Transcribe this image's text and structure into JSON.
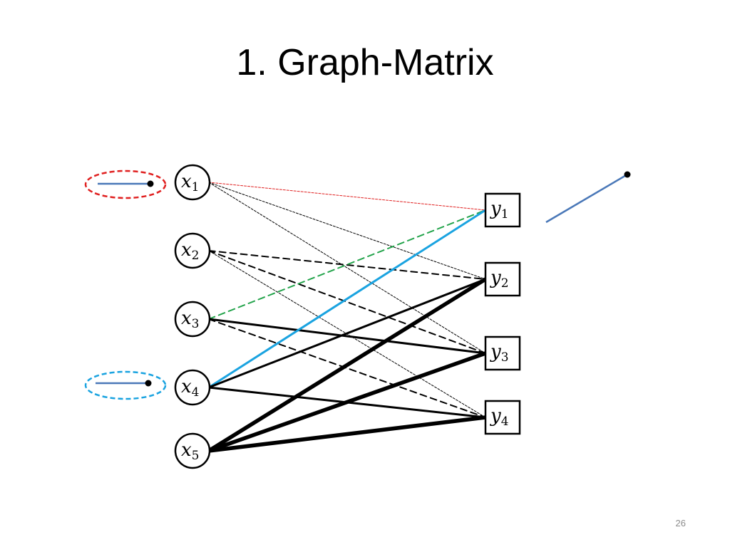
{
  "slide": {
    "title": "1. Graph-Matrix",
    "page_number": "26"
  },
  "graph": {
    "left_nodes": [
      {
        "id": "x1",
        "symbol": "x",
        "index": "1"
      },
      {
        "id": "x2",
        "symbol": "x",
        "index": "2"
      },
      {
        "id": "x3",
        "symbol": "x",
        "index": "3"
      },
      {
        "id": "x4",
        "symbol": "x",
        "index": "4"
      },
      {
        "id": "x5",
        "symbol": "x",
        "index": "5"
      }
    ],
    "right_nodes": [
      {
        "id": "y1",
        "symbol": "y",
        "index": "1"
      },
      {
        "id": "y2",
        "symbol": "y",
        "index": "2"
      },
      {
        "id": "y3",
        "symbol": "y",
        "index": "3"
      },
      {
        "id": "y4",
        "symbol": "y",
        "index": "4"
      }
    ],
    "edges": [
      {
        "from": "x1",
        "to": "y1",
        "style": "dotted",
        "color": "#e02020"
      },
      {
        "from": "x1",
        "to": "y2",
        "style": "dotted",
        "color": "#000000"
      },
      {
        "from": "x1",
        "to": "y3",
        "style": "dotted",
        "color": "#000000"
      },
      {
        "from": "x2",
        "to": "y2",
        "style": "dashed",
        "color": "#000000"
      },
      {
        "from": "x2",
        "to": "y3",
        "style": "dashed",
        "color": "#000000"
      },
      {
        "from": "x2",
        "to": "y4",
        "style": "dotted",
        "color": "#000000"
      },
      {
        "from": "x3",
        "to": "y1",
        "style": "dashed",
        "color": "#22a34a"
      },
      {
        "from": "x3",
        "to": "y3",
        "style": "solid",
        "color": "#000000"
      },
      {
        "from": "x3",
        "to": "y4",
        "style": "dashed",
        "color": "#000000"
      },
      {
        "from": "x4",
        "to": "y1",
        "style": "solid",
        "color": "#1aa3e0"
      },
      {
        "from": "x4",
        "to": "y2",
        "style": "solid",
        "color": "#000000"
      },
      {
        "from": "x4",
        "to": "y4",
        "style": "solid",
        "color": "#000000"
      },
      {
        "from": "x5",
        "to": "y2",
        "style": "bold",
        "color": "#000000"
      },
      {
        "from": "x5",
        "to": "y3",
        "style": "bold",
        "color": "#000000"
      },
      {
        "from": "x5",
        "to": "y4",
        "style": "bold",
        "color": "#000000"
      }
    ],
    "markers": [
      {
        "id": "marker-x1",
        "attached_to": "x1",
        "ellipse_color": "#e02020",
        "stick_color": "#4a78b8"
      },
      {
        "id": "marker-x4",
        "attached_to": "x4",
        "ellipse_color": "#1aa3e0",
        "stick_color": "#4a78b8"
      }
    ],
    "floating_stick": {
      "color": "#4a78b8"
    }
  }
}
